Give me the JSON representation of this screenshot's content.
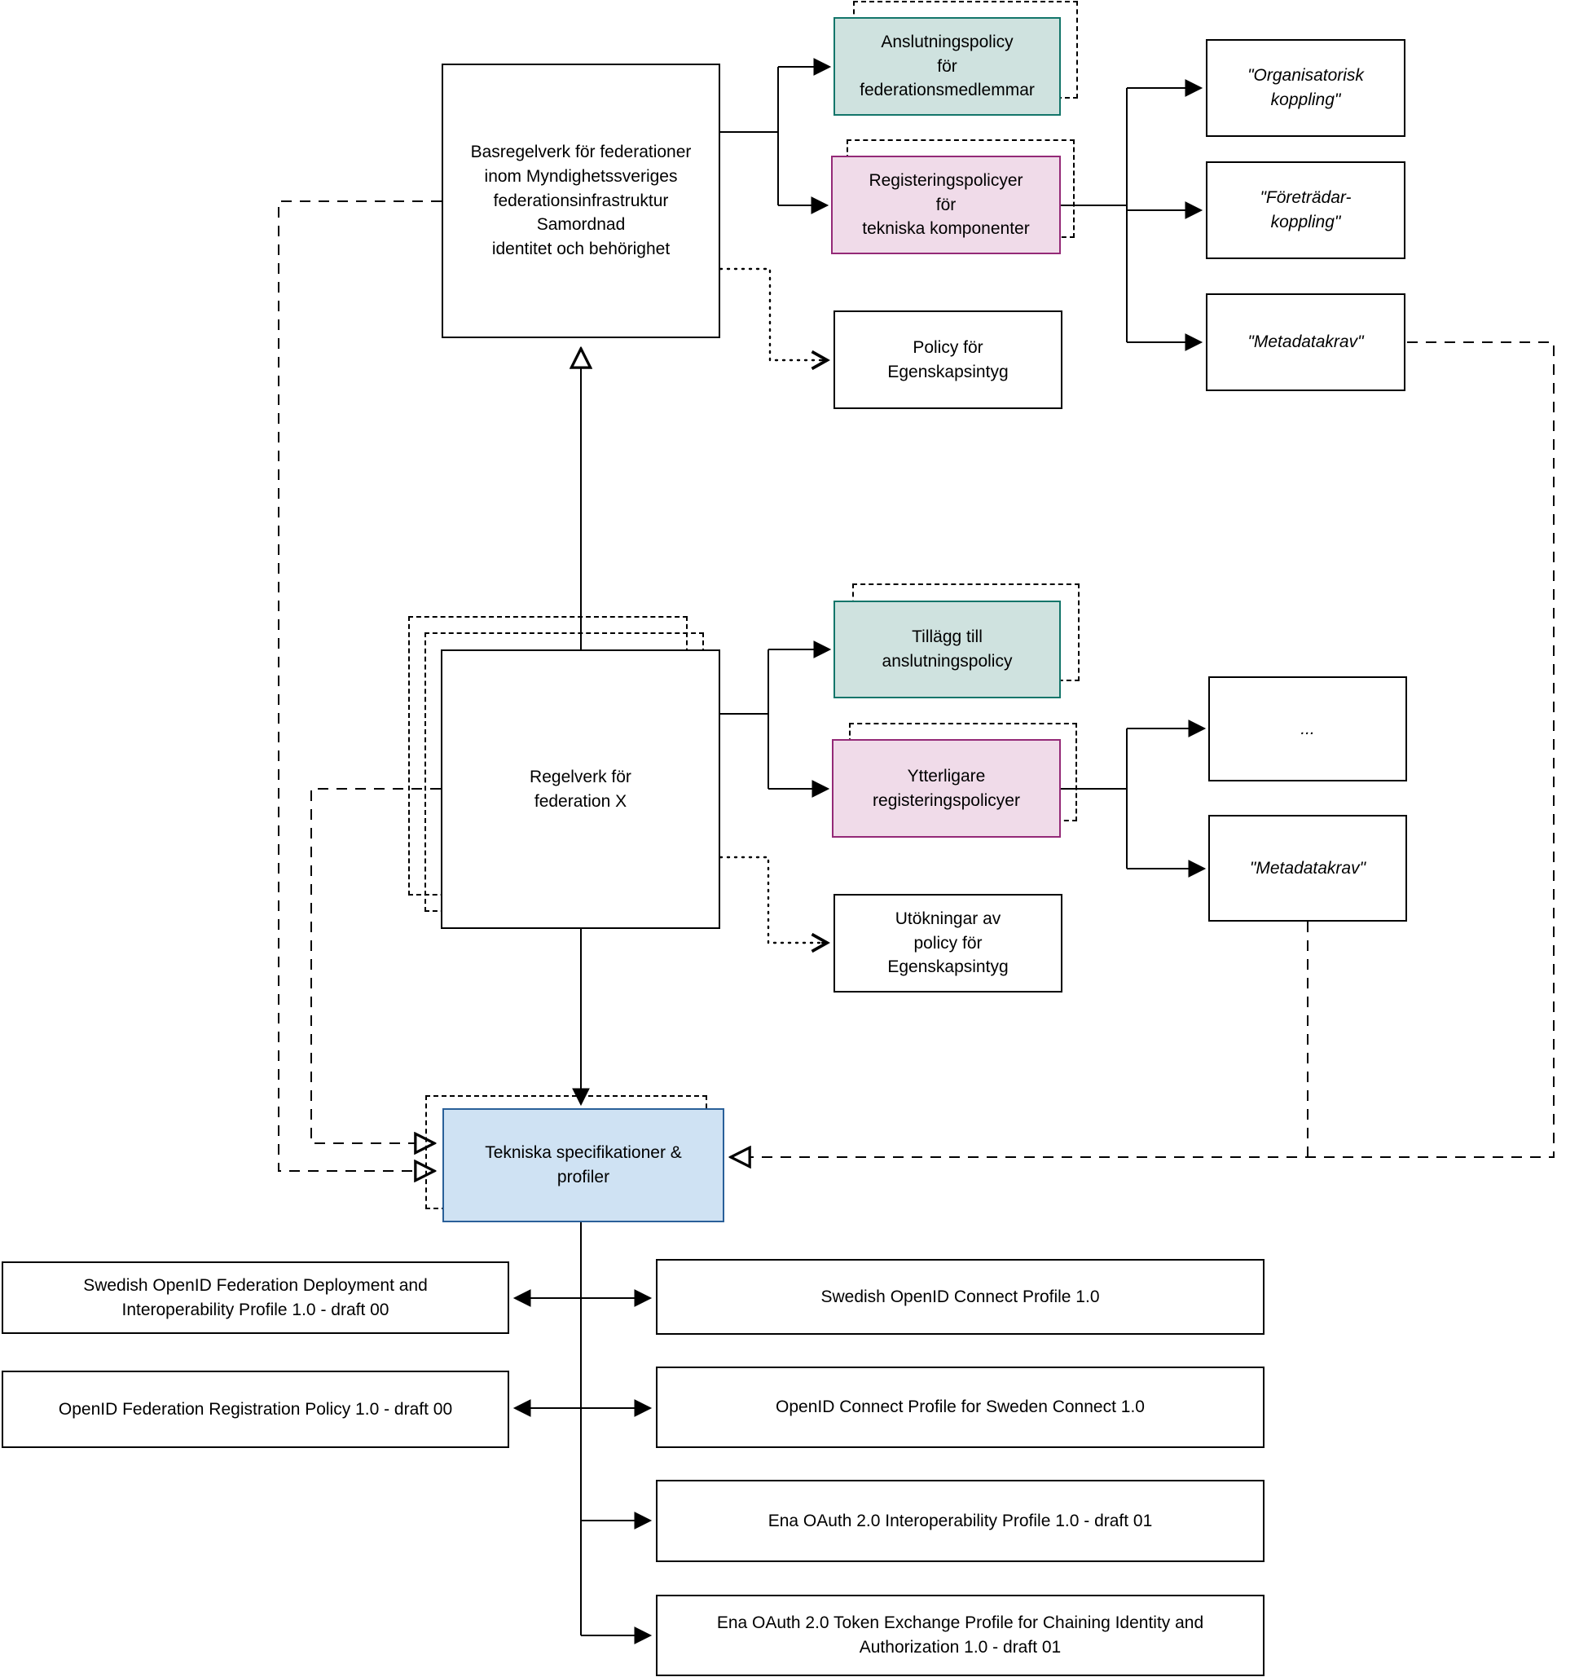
{
  "diagram": {
    "title": "Federation regelverk och tekniska specifikationer",
    "colors": {
      "line": "#000000",
      "teal_fill": "#cfe2df",
      "teal_border": "#13756a",
      "pink_fill": "#f0dbe9",
      "pink_border": "#942977",
      "blue_fill": "#cfe2f3",
      "blue_border": "#2a6099"
    },
    "nodes": {
      "basregelverk": {
        "label": "Basregelverk för federationer\ninom Myndighetssveriges\nfederationsinfrastruktur\nSamordnad\nidentitet och behörighet"
      },
      "anslutningspolicy": {
        "label": "Anslutningspolicy\nför\nfederationsmedlemmar"
      },
      "registeringspolicyer": {
        "label": "Registeringspolicyer\nför\ntekniska komponenter"
      },
      "policy_egenskapsintyg": {
        "label": "Policy för\nEgenskapsintyg"
      },
      "organisatorisk": {
        "label": "\"Organisatorisk\nkoppling\""
      },
      "foretradar": {
        "label": "\"Företrädar-\nkoppling\""
      },
      "metadatakrav_top": {
        "label": "\"Metadatakrav\""
      },
      "regelverk": {
        "label": "Regelverk för\nfederation X"
      },
      "tillagg": {
        "label": "Tillägg till\nanslutningspolicy"
      },
      "ytterligare": {
        "label": "Ytterligare\nregisteringspolicyer"
      },
      "dots": {
        "label": "..."
      },
      "metadatakrav_mid": {
        "label": "\"Metadatakrav\""
      },
      "utokningar": {
        "label": "Utökningar av\npolicy för\nEgenskapsintyg"
      },
      "tekniska": {
        "label": "Tekniska specifikationer &\nprofiler"
      },
      "swedish_deploy": {
        "label": "Swedish OpenID Federation Deployment and\nInteroperability Profile 1.0 - draft 00"
      },
      "openid_reg": {
        "label": "OpenID Federation Registration Policy 1.0 - draft 00"
      },
      "swedish_oidc": {
        "label": "Swedish OpenID Connect Profile 1.0"
      },
      "oidc_sweden": {
        "label": "OpenID Connect Profile for Sweden Connect 1.0"
      },
      "ena_interop": {
        "label": "Ena OAuth 2.0 Interoperability Profile 1.0 - draft 01"
      },
      "ena_token": {
        "label": "Ena OAuth 2.0 Token Exchange Profile for Chaining Identity and\nAuthorization 1.0 - draft 01"
      }
    }
  }
}
